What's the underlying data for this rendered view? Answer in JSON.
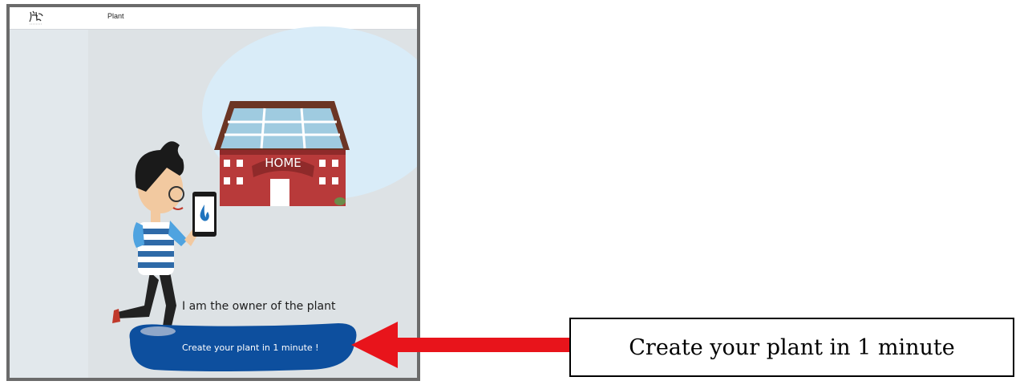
{
  "app": {
    "title": "Plant"
  },
  "scene": {
    "house_sign": "HOME",
    "owner_text": "I am the owner of the plant",
    "create_button_label": "Create your plant in 1 minute !"
  },
  "annotation": {
    "callout_text": "Create your plant in 1 minute",
    "arrow_color": "#e8141b"
  },
  "colors": {
    "button": "#0d4f9e",
    "house_wall": "#b83a3a",
    "sky_bubble": "#d9ecf8"
  },
  "icons": {
    "logo": "calligraphy-logo-icon",
    "phone_app": "water-drop-icon"
  }
}
